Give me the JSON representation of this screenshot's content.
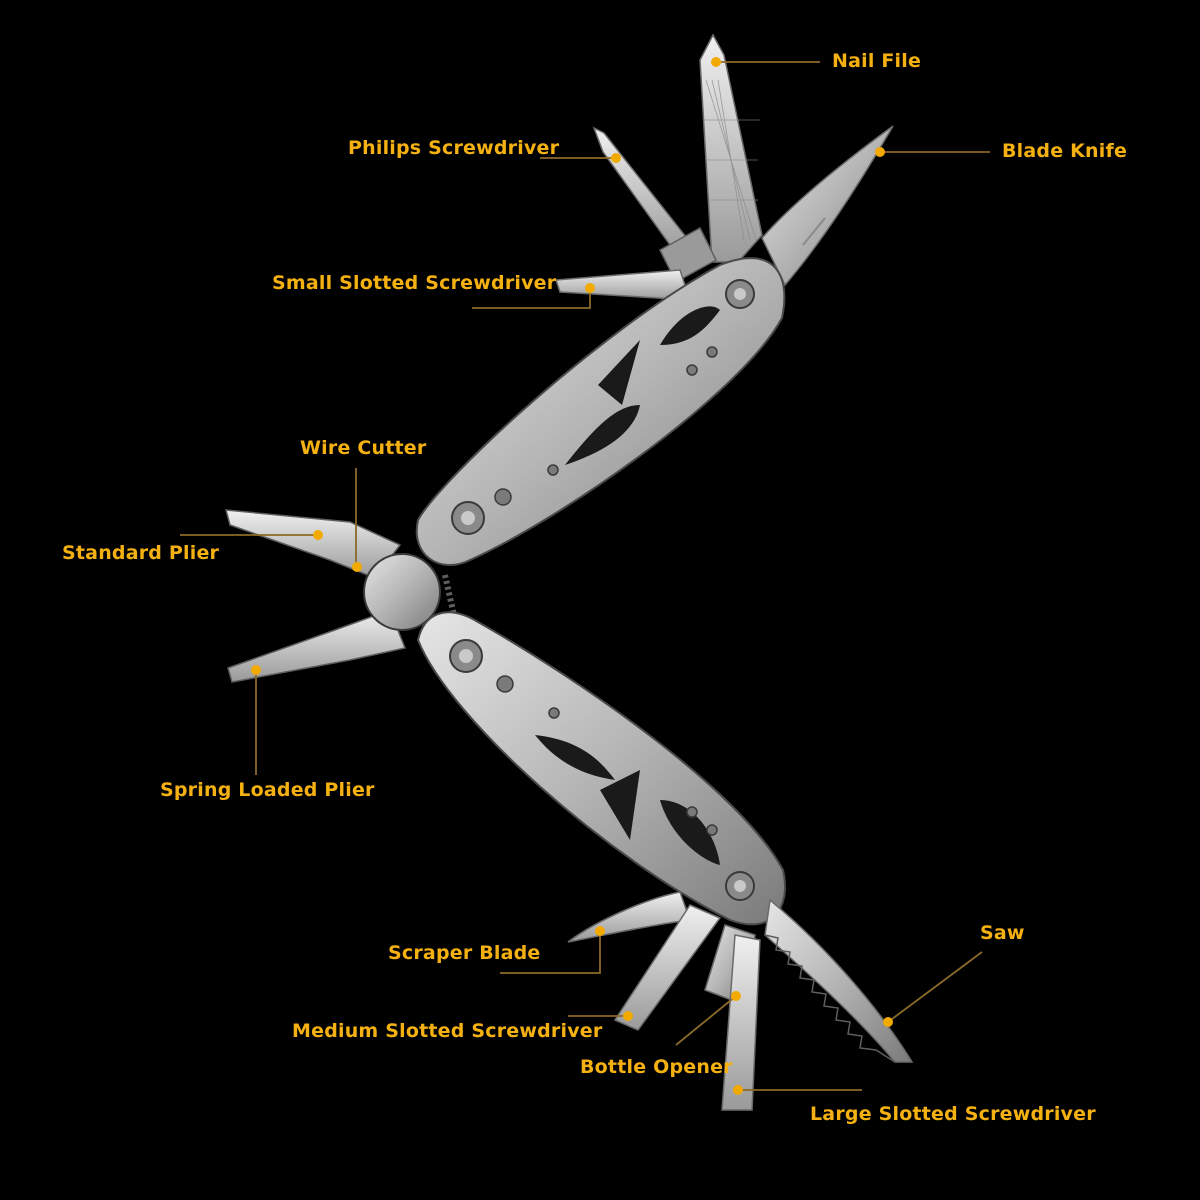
{
  "colors": {
    "background": "#000000",
    "label": "#F5B111",
    "leader": "#8C6A2A",
    "dot": "#F2A900",
    "steel_light": "#D9D9D9",
    "steel_mid": "#A8A8A8",
    "steel_dark": "#5E5E5E"
  },
  "labels": {
    "nail_file": "Nail File",
    "blade_knife": "Blade Knife",
    "philips_screwdriver": "Philips Screwdriver",
    "small_slotted_screwdriver": "Small Slotted Screwdriver",
    "wire_cutter": "Wire Cutter",
    "standard_plier": "Standard Plier",
    "spring_loaded_plier": "Spring Loaded Plier",
    "scraper_blade": "Scraper Blade",
    "saw": "Saw",
    "medium_slotted_screwdriver": "Medium Slotted Screwdriver",
    "bottle_opener": "Bottle Opener",
    "large_slotted_screwdriver": "Large Slotted Screwdriver"
  }
}
